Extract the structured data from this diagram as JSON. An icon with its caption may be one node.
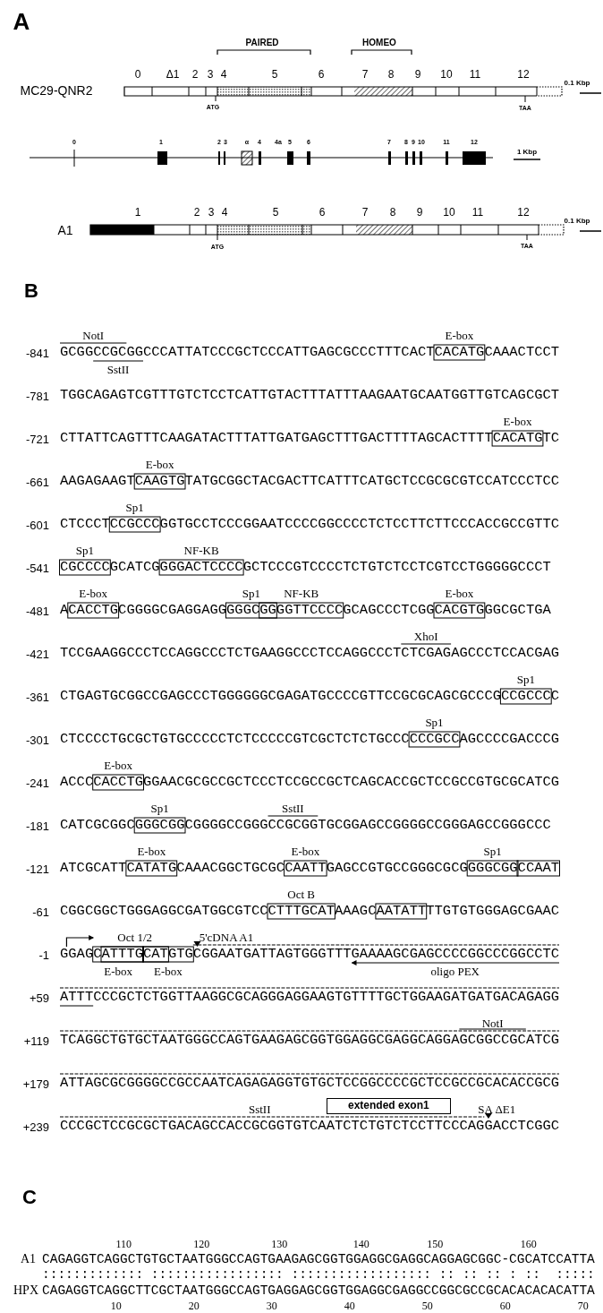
{
  "diagram": {
    "nodes": [
      {
        "text": [
          "extended exon1"
        ]
      }
    ],
    "labels": [
      "A",
      "PAIRED",
      "HOMEO",
      "0",
      "Δ1",
      "2",
      "3",
      "4",
      "5",
      "6",
      "7",
      "8",
      "9",
      "10",
      "11",
      "12",
      "MC29-QNR2",
      "0.1 Kbp",
      "ATG",
      "TAA",
      "0",
      "1",
      "2",
      "3",
      "α",
      "4",
      "4a",
      "5",
      "6",
      "7",
      "8",
      "9",
      "10",
      "11",
      "12",
      "1 Kbp",
      "1",
      "2",
      "3",
      "4",
      "5",
      "6",
      "7",
      "8",
      "9",
      "10",
      "11",
      "12",
      "A1",
      "0.1 Kbp",
      "ATG",
      "TAA",
      "B",
      "NotI",
      "E-box",
      "-841",
      "GCGGCCGCGGCCCATTATCCCGCTCCCATTGAGCGCCCTTTCACTCACATGCAAACTCCT",
      "SstII",
      "-781",
      "TGGCAGAGTCGTTTGTCTCCTCATTGTACTTTATTTAAGAATGCAATGGTTGTCAGCGCT",
      "E-box",
      "-721",
      "CTTATTCAGTTTCAAGATACTTTATTGATGAGCTTTGACTTTTAGCACTTTTCACATGTC",
      "E-box",
      "-661",
      "AAGAGAAGTCAAGTGTATGCGGCTACGACTTCATTTCATGCTCCGCGCGTCCATCCCTCC",
      "Sp1",
      "-601",
      "CTCCCTCCGCCCGGTGCCTCCCGGAATCCCCGGCCCCTCTCCTTCTTCCCACCGCCGTTC",
      "Sp1",
      "NF-KB",
      "-541",
      "CGCCCCGCATCGGGGACTCCCCGCTCCCGTCCCCTCTGTCTCCTCGTCCTGGGGGCCCT",
      "E-box",
      "Sp1",
      "NF-KB",
      "E-box",
      "-481",
      "ACACCTGCGGGGCGAGGAGGGGGCGGGGTTCCCCGCAGCCCTCGGCACGTGGGCGCTGA",
      "XhoI",
      "-421",
      "TCCGAAGGCCCTCCAGGCCCTCTGAAGGCCCTCCAGGCCCTCTCGAGAGCCCTCCACGAG",
      "Sp1",
      "-361",
      "CTGAGTGCGGCCGAGCCCTGGGGGGCGAGATGCCCCGTTCCGCGCAGCGCCCGCCGCCCC",
      "Sp1",
      "-301",
      "CTCCCCTGCGCTGTGCCCCCTCTCCCCCGTCGCTCTCTGCCCCCCGCCAGCCCCGACCCG",
      "E-box",
      "-241",
      "ACCCCACCTGGGAACGCGCCGCTCCCTCCGCCGCTCAGCACCGCTCCGCCGTGCGCATCG",
      "Sp1",
      "SstII",
      "-181",
      "CATCGCGGCGGGCGGCGGGGCCGGGCCGCGGTGCGGAGCCGGGGCCGGGAGCCGGGCCC",
      "E-box",
      "E-box",
      "Sp1",
      "-121",
      "ATCGCATTCATATGCAAACGGCTGCGCCAATTGAGCCGTGCCGGGCGCGGGGCGGCCAAT",
      "Oct B",
      "-61",
      "CGGCGGCTGGGAGGCGATGGCGTCCCTTTGCATAAAGCAATATTTTGTGTGGGAGCGAAC",
      "Oct 1/2",
      "5'cDNA A1",
      "-1",
      "GGAGCATTTGCATGTGCGGAATGATTAGTGGGTTTGAAAAGCGAGCCCCGGCCCGGCCTC",
      "E-box",
      "E-box",
      "oligo PEX",
      "+59",
      "ATTTCCCGCTCTGGTTAAGGCGCAGGGAGGAAGTGTTTTGCTGGAAGATGATGACAGAGG",
      "NotI",
      "+119",
      "TCAGGCTGTGCTAATGGGCCAGTGAAGAGCGGTGGAGGCGAGGCAGGAGCGGCCGCATCG",
      "+179",
      "ATTAGCGCGGGGCCGCCAATCAGAGAGGTGTGCTCCGGCCCCGCTCCGCCGCACACCGCG",
      "SstII",
      "SA ΔE1",
      "+239",
      "CCCGCTCCGCGCTGACAGCCACCGCGGTGTCAATCTCTGTCTCCTTCCCAGGACCTCGGC",
      "C",
      "110",
      "120",
      "130",
      "140",
      "150",
      "160",
      "A1",
      "CAGAGGTCAGGCTGTGCTAATGGGCCAGTGAAGAGCGGTGGAGGCGAGGCAGGAGCGGC-CGCATCCATTA",
      "::::::::::::: ::::::::::::::::: :::::::::::::::::: :: :: :: : ::  :::::",
      "HPX",
      "CAGAGGTCAGGCTTCGCTAATGGGCCAGTGAGGAGCGGTGGAGGCGAGGCCGGCGCCGCACACACACATTA",
      "10",
      "20",
      "30",
      "40",
      "50",
      "60",
      "70"
    ]
  }
}
